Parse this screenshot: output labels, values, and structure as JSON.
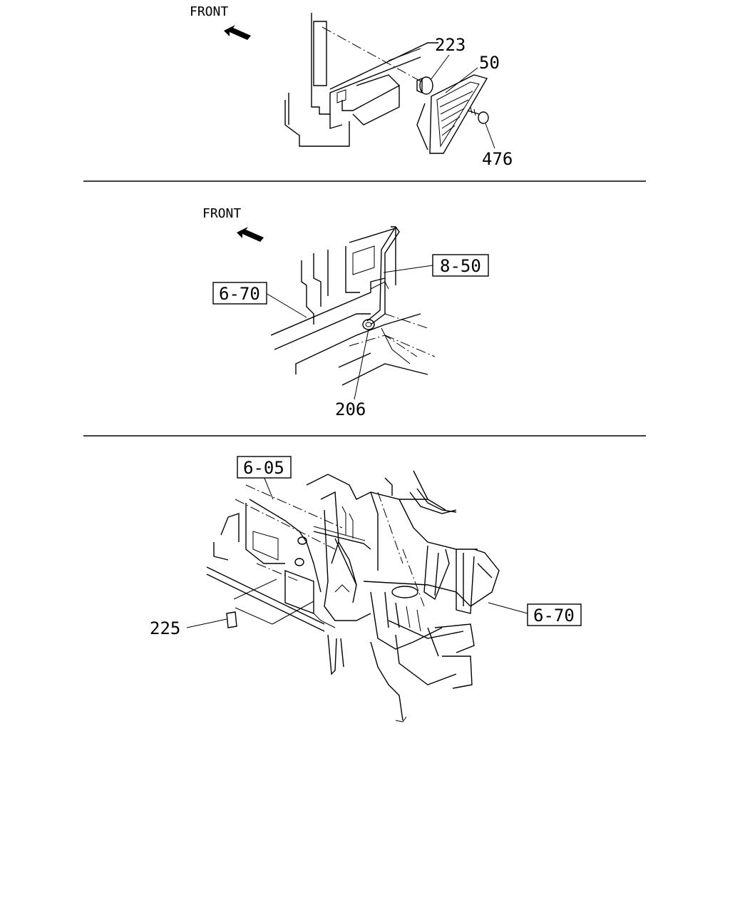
{
  "section1": {
    "front_label": "FRONT",
    "callouts": [
      "223",
      "50",
      "476"
    ]
  },
  "section2": {
    "front_label": "FRONT",
    "ref_boxes": [
      "8-50",
      "6-70"
    ],
    "callouts": [
      "206"
    ]
  },
  "section3": {
    "ref_boxes": [
      "6-05",
      "6-70"
    ],
    "callouts": [
      "225"
    ]
  },
  "icons": [
    "front-arrow-icon"
  ]
}
